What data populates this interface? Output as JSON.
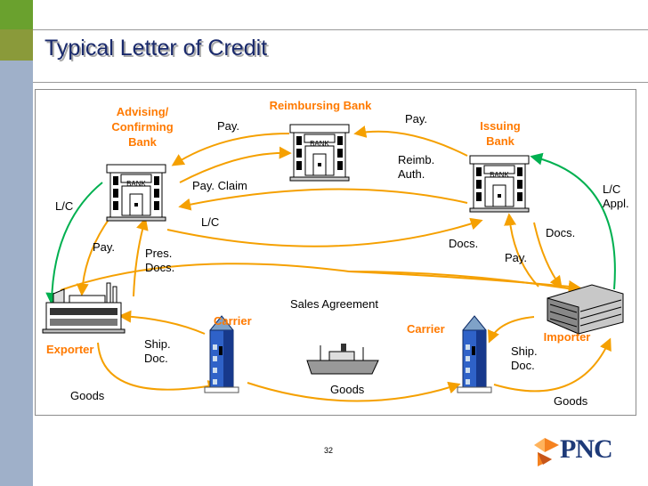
{
  "title": "Typical Letter of Credit",
  "page_number": "32",
  "logo_text": "PNC",
  "colors": {
    "title": "#1a2a6c",
    "org": "#ff7a00",
    "flow_orange": "#f5a000",
    "flow_green": "#00b050",
    "side_top": "#6aa12e",
    "side_mid": "#8a9a3a",
    "side_low": "#9fb0c9"
  },
  "icons": {
    "bank": "bank-building-icon",
    "factory": "factory-icon",
    "office": "office-building-icon",
    "carrier": "carrier-tower-icon",
    "ship": "ship-icon",
    "logo": "pnc-logo-icon"
  },
  "parties": {
    "advising": "Advising/\nConfirming\nBank",
    "reimbursing": "Reimbursing Bank",
    "issuing": "Issuing\nBank",
    "exporter": "Exporter",
    "importer": "Importer",
    "carrier_left": "Carrier",
    "carrier_right": "Carrier"
  },
  "bank_sign": "BANK",
  "labels": {
    "pay_advising": "Pay.",
    "pay_issuing": "Pay.",
    "reimb_auth": "Reimb.\nAuth.",
    "pay_claim": "Pay. Claim",
    "lc_middle": "L/C",
    "lc_left": "L/C",
    "lc_appl": "L/C\nAppl.",
    "pay_exporter": "Pay.",
    "pres_docs": "Pres.\nDocs.",
    "docs_middle": "Docs.",
    "docs_right": "Docs.",
    "pay_importer": "Pay.",
    "sales_agreement": "Sales Agreement",
    "ship_doc_left": "Ship.\nDoc.",
    "ship_doc_right": "Ship.\nDoc.",
    "goods_left": "Goods",
    "goods_middle": "Goods",
    "goods_right": "Goods"
  }
}
